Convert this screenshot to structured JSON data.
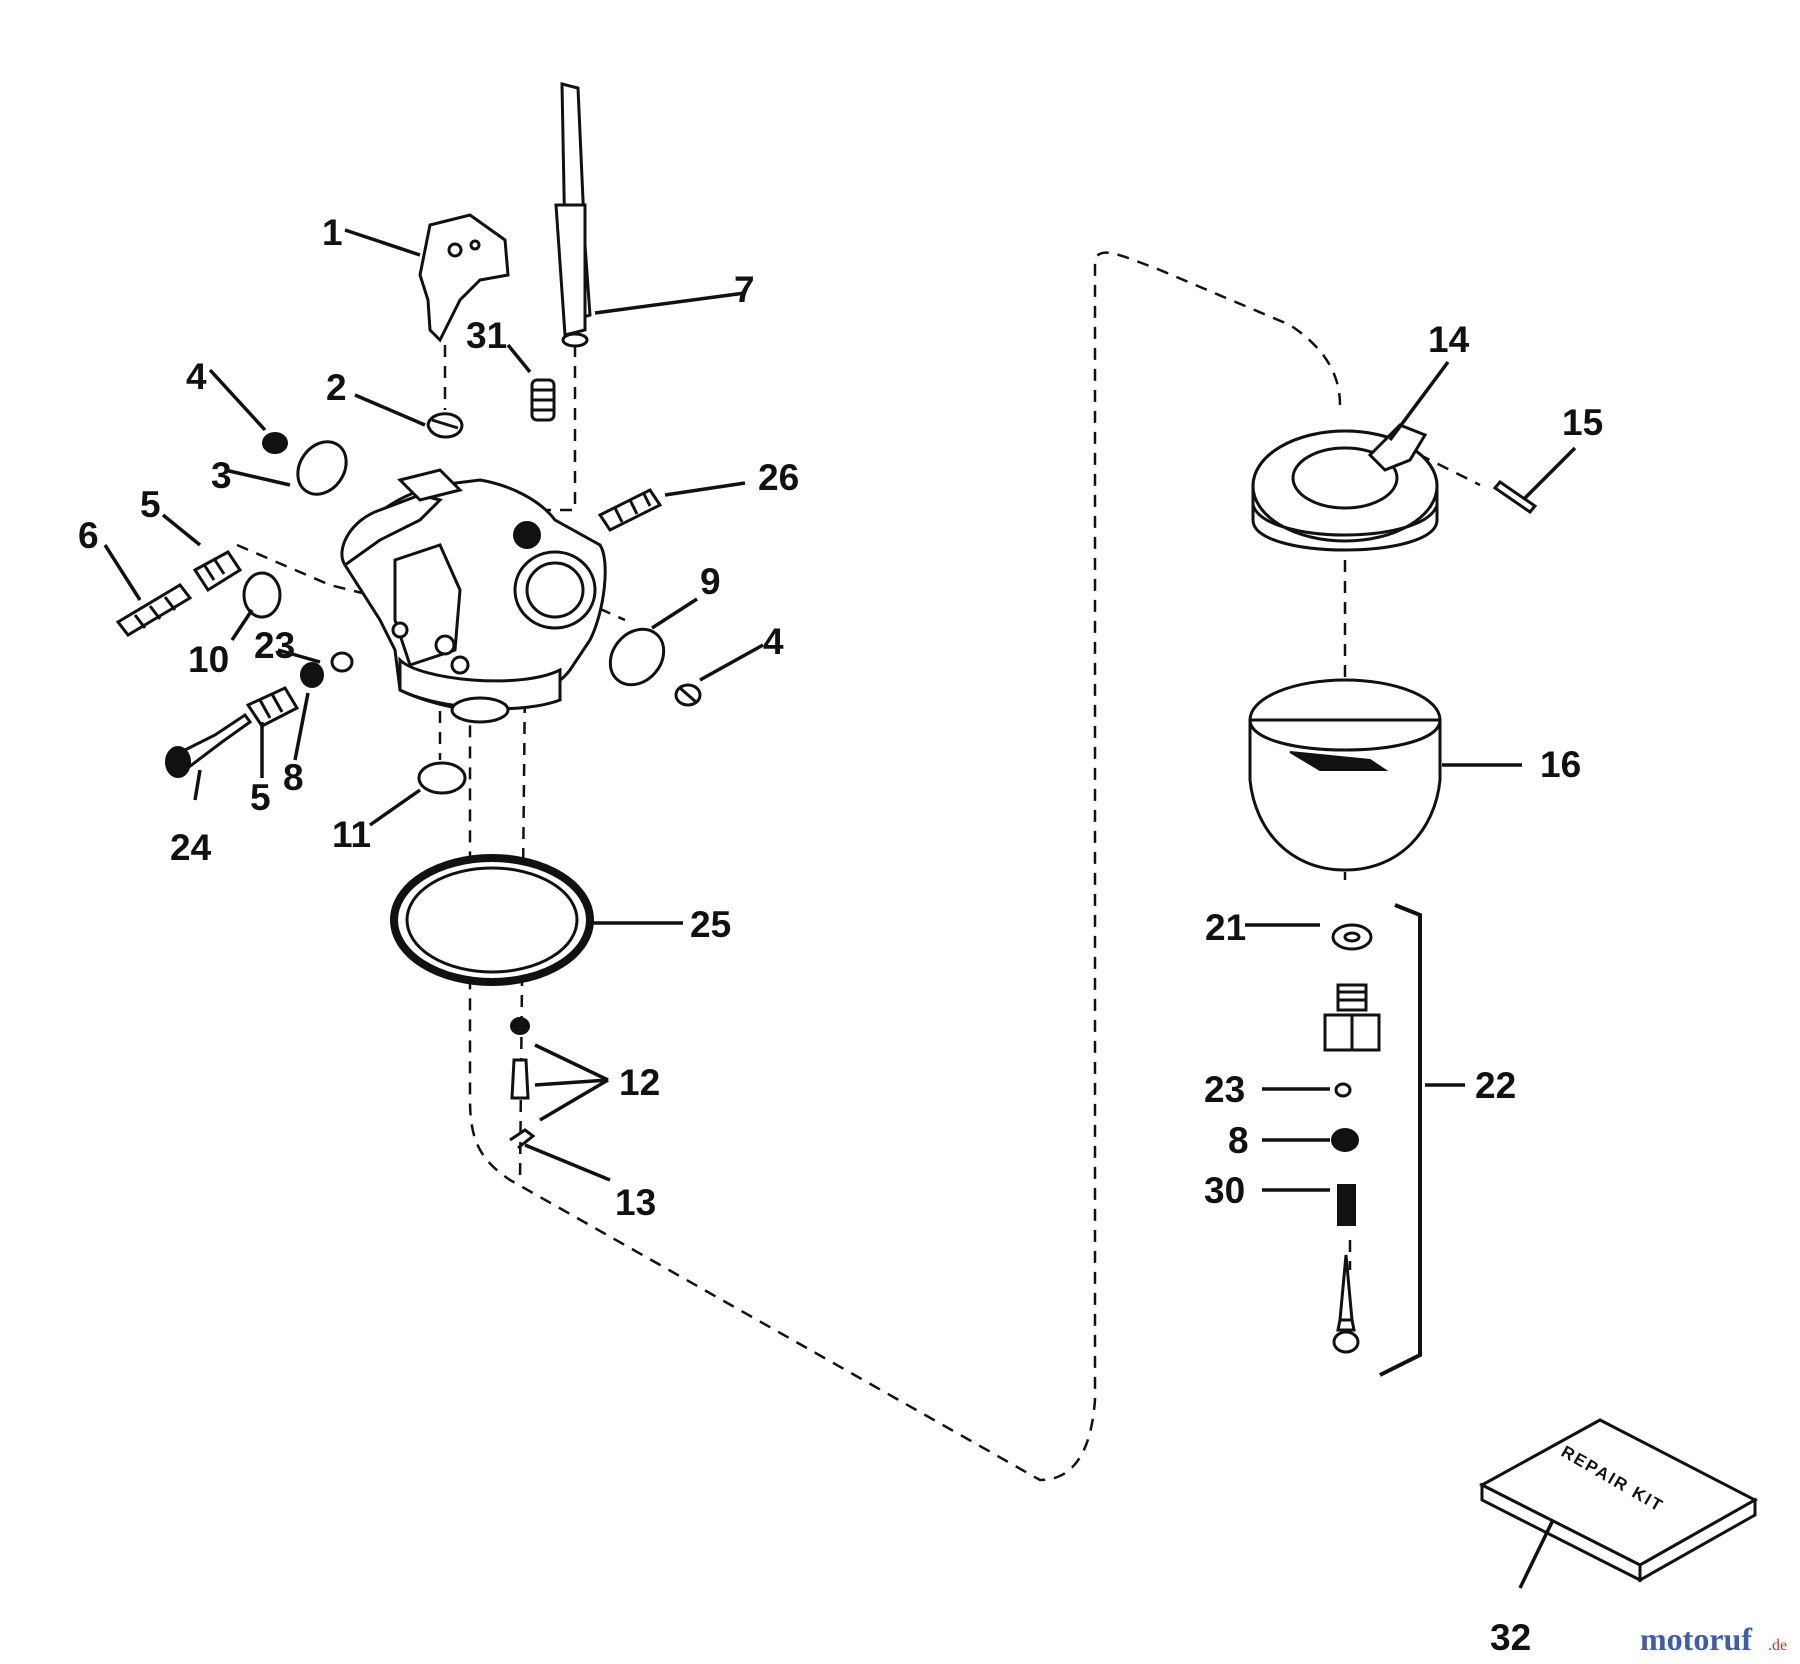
{
  "callouts": [
    {
      "id": "c1",
      "text": "1"
    },
    {
      "id": "c2",
      "text": "2"
    },
    {
      "id": "c3",
      "text": "3"
    },
    {
      "id": "c4a",
      "text": "4"
    },
    {
      "id": "c4b",
      "text": "4"
    },
    {
      "id": "c5a",
      "text": "5"
    },
    {
      "id": "c5b",
      "text": "5"
    },
    {
      "id": "c6",
      "text": "6"
    },
    {
      "id": "c7",
      "text": "7"
    },
    {
      "id": "c8a",
      "text": "8"
    },
    {
      "id": "c8b",
      "text": "8"
    },
    {
      "id": "c9",
      "text": "9"
    },
    {
      "id": "c10",
      "text": "10"
    },
    {
      "id": "c11",
      "text": "11"
    },
    {
      "id": "c12",
      "text": "12"
    },
    {
      "id": "c13",
      "text": "13"
    },
    {
      "id": "c14",
      "text": "14"
    },
    {
      "id": "c15",
      "text": "15"
    },
    {
      "id": "c16",
      "text": "16"
    },
    {
      "id": "c21",
      "text": "21"
    },
    {
      "id": "c22",
      "text": "22"
    },
    {
      "id": "c23a",
      "text": "23"
    },
    {
      "id": "c23b",
      "text": "23"
    },
    {
      "id": "c24",
      "text": "24"
    },
    {
      "id": "c25",
      "text": "25"
    },
    {
      "id": "c26",
      "text": "26"
    },
    {
      "id": "c30",
      "text": "30"
    },
    {
      "id": "c31",
      "text": "31"
    },
    {
      "id": "c32",
      "text": "32"
    }
  ],
  "repair_kit_label": "REPAIR KIT",
  "watermark": {
    "main": "motoruf",
    "suffix": ".de"
  }
}
